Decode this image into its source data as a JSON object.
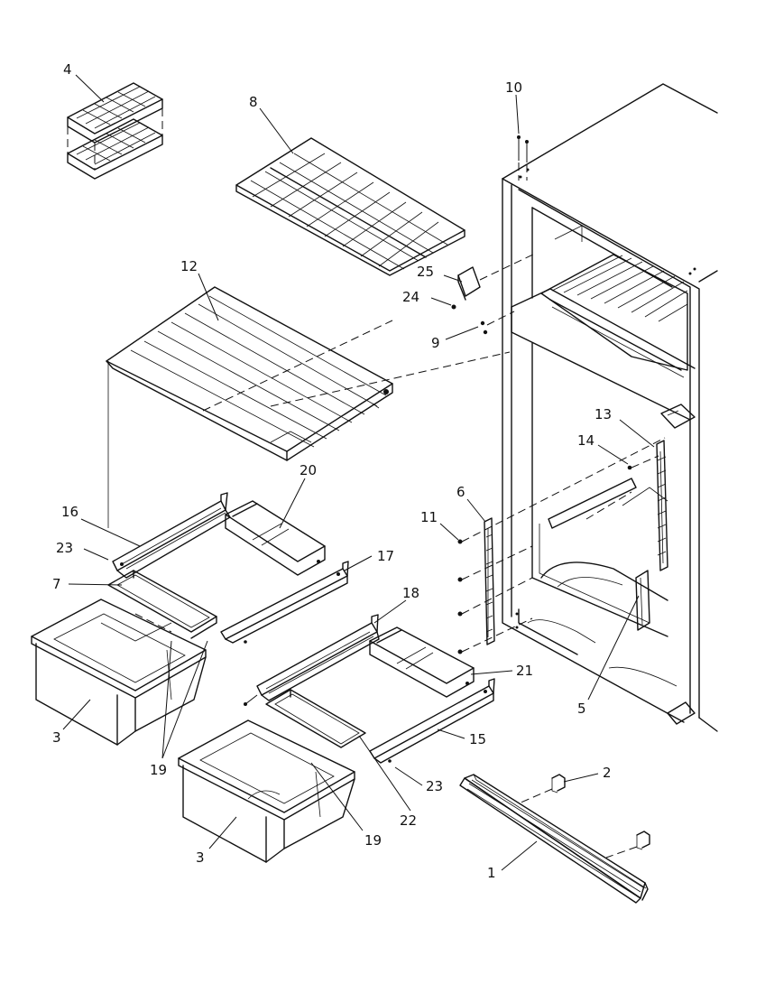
{
  "callouts": {
    "c1": "1",
    "c2": "2",
    "c3a": "3",
    "c3b": "3",
    "c4": "4",
    "c5": "5",
    "c6": "6",
    "c7": "7",
    "c8": "8",
    "c9": "9",
    "c10": "10",
    "c11": "11",
    "c12": "12",
    "c13": "13",
    "c14": "14",
    "c15": "15",
    "c16": "16",
    "c17": "17",
    "c18": "18",
    "c19a": "19",
    "c19b": "19",
    "c20": "20",
    "c21": "21",
    "c22": "22",
    "c23a": "23",
    "c23b": "23",
    "c24": "24",
    "c25": "25"
  }
}
